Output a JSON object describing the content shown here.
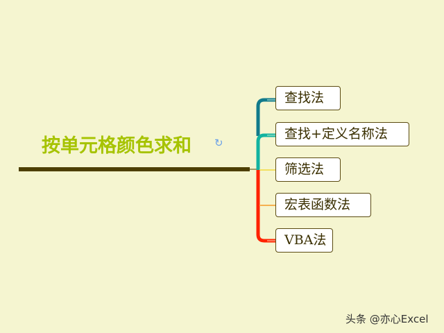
{
  "root": {
    "label": "按单元格颜色求和",
    "icon": "refresh-icon"
  },
  "branches": [
    {
      "label": "查找法",
      "color": "#117a8b"
    },
    {
      "label": "查找+定义名称法",
      "color": "#12b3a0"
    },
    {
      "label": "筛选法",
      "color": "#f2e060"
    },
    {
      "label": "宏表函数法",
      "color": "#f5a030"
    },
    {
      "label": "VBA法",
      "color": "#ff2200"
    }
  ],
  "watermark": "头条 @亦心Excel"
}
